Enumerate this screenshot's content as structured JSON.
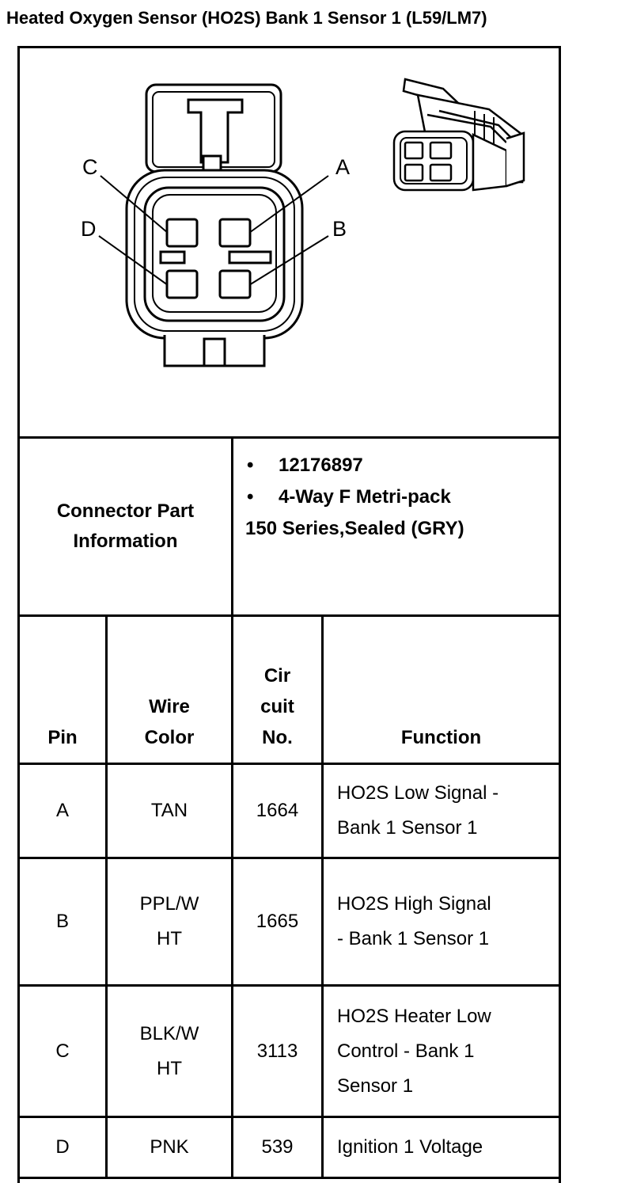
{
  "title": "Heated Oxygen Sensor (HO2S) Bank 1 Sensor 1 (L59/LM7)",
  "diagram": {
    "pin_labels": [
      "A",
      "B",
      "C",
      "D"
    ]
  },
  "connector_info": {
    "label": "Connector Part Information",
    "part_number": "12176897",
    "description_line1": "4-Way F Metri-pack",
    "description_line2": "150 Series,Sealed (GRY)"
  },
  "table": {
    "headers": {
      "pin": "Pin",
      "wire_color_line1": "Wire",
      "wire_color_line2": "Color",
      "circuit_line1": "Cir",
      "circuit_line2": "cuit",
      "circuit_line3": "No.",
      "function": "Function"
    },
    "rows": [
      {
        "pin": "A",
        "wire_color": [
          "TAN"
        ],
        "circuit": "1664",
        "function": [
          "HO2S Low Signal -",
          "Bank 1 Sensor 1"
        ]
      },
      {
        "pin": "B",
        "wire_color": [
          "PPL/W",
          "HT"
        ],
        "circuit": "1665",
        "function": [
          "HO2S High Signal",
          "- Bank 1 Sensor 1"
        ]
      },
      {
        "pin": "C",
        "wire_color": [
          "BLK/W",
          "HT"
        ],
        "circuit": "3113",
        "function": [
          "HO2S Heater Low",
          "Control - Bank 1",
          "Sensor 1"
        ]
      },
      {
        "pin": "D",
        "wire_color": [
          "PNK"
        ],
        "circuit": "539",
        "function": [
          "Ignition 1 Voltage"
        ]
      }
    ]
  }
}
